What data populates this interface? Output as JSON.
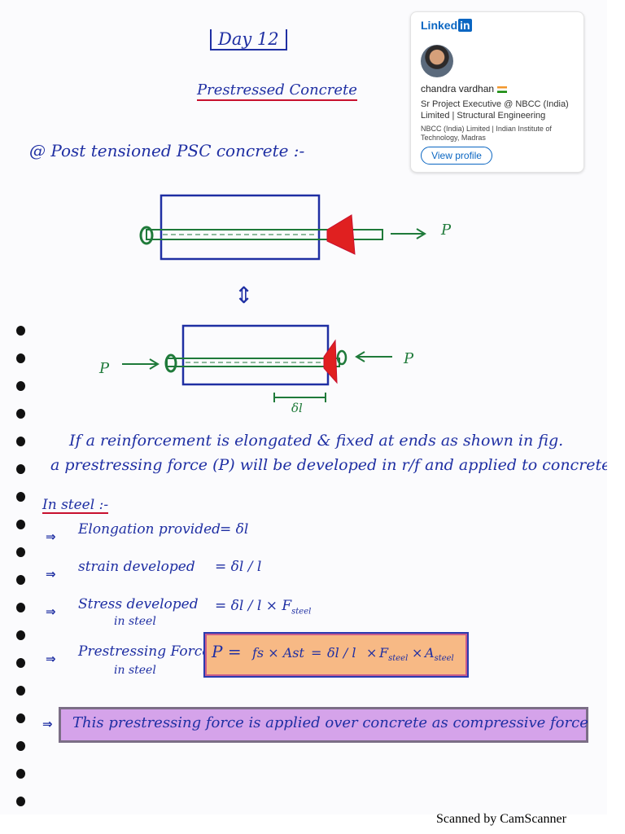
{
  "page": {
    "title": "Day 12",
    "subtitle": "Prestressed Concrete",
    "section_heading": "@ Post tensioned PSC concrete :-"
  },
  "diagram": {
    "force_label_top": "P",
    "force_label_left": "P",
    "force_label_right": "P",
    "elongation_label": "δl",
    "equivalence_arrow": "⇕"
  },
  "notes": {
    "line1": "If a reinforcement is elongated & fixed at ends as shown in fig.",
    "line2": "a prestressing force (P) will be developed in r/f and applied to concrete",
    "in_steel_heading": "In steel :-",
    "items": [
      {
        "arrow": "⇒",
        "label": "Elongation provided",
        "value": "=  δl"
      },
      {
        "arrow": "⇒",
        "label": "strain developed",
        "value": "=  δl / l"
      },
      {
        "arrow": "⇒",
        "label": "Stress developed",
        "label2": "in steel",
        "value": "=  δl / l × F",
        "sub": "steel"
      },
      {
        "arrow": "⇒",
        "label": "Prestressing Force",
        "label2": "in steel"
      }
    ],
    "formula": {
      "lhs": "P =",
      "term1": "fs × Ast",
      "equals": "=",
      "term2": "δl / l",
      "times1": "×",
      "term3": "F",
      "term3_sub": "steel",
      "times2": "×",
      "term4": "A",
      "term4_sub": "steel"
    },
    "final_arrow": "⇒",
    "final_statement": "This prestressing force is applied over concrete as compressive force"
  },
  "linkedin_card": {
    "logo_text": "Linked",
    "logo_badge": "in",
    "name": "chandra vardhan",
    "headline": "Sr Project Executive @ NBCC (India) Limited | Structural Engineering",
    "organization": "NBCC (India) Limited | Indian Institute of Technology, Madras",
    "button_label": "View profile"
  },
  "footer": {
    "scanner_text": "Scanned by CamScanner"
  },
  "colors": {
    "ink_blue": "#1f2fa3",
    "ink_green": "#1f7a3a",
    "ink_red": "#c8102e",
    "formula_box_fill": "#f7b985",
    "final_box_fill": "#d5a3ea",
    "linkedin_blue": "#0a66c2"
  }
}
